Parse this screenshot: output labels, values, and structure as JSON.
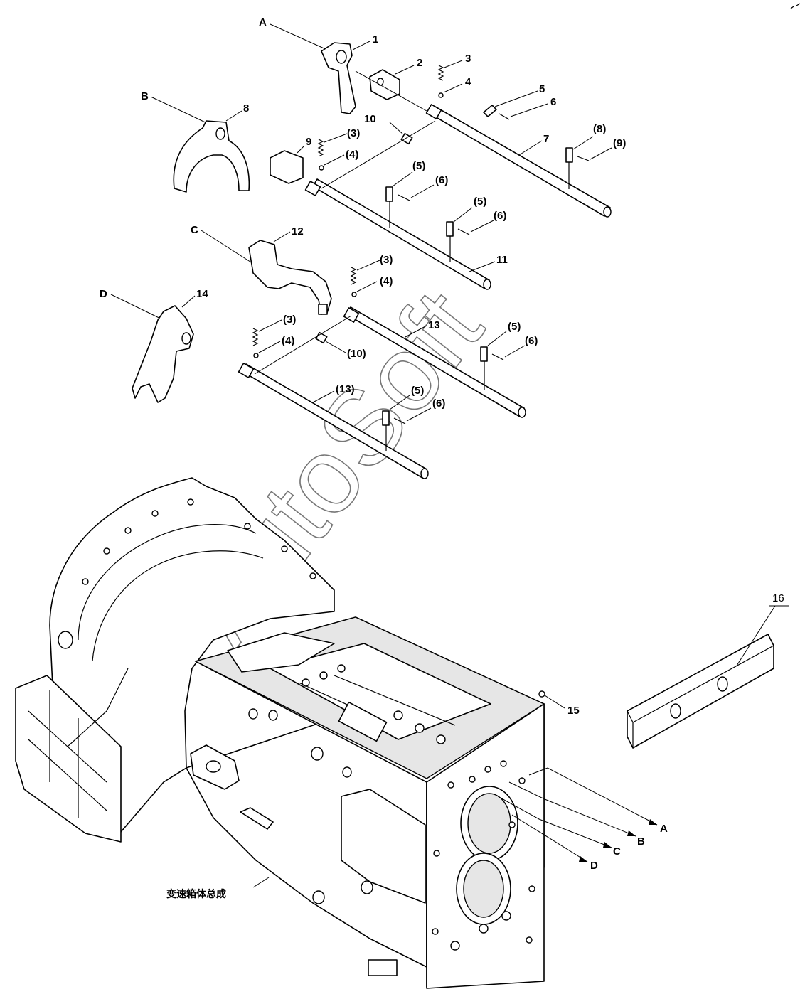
{
  "diagram": {
    "caption": "变速箱体总成",
    "watermark": "AutoSoft",
    "arrow_labels": [
      "A",
      "B",
      "C",
      "D"
    ],
    "callouts": {
      "c1": "1",
      "c2": "2",
      "c3": "3",
      "c4": "4",
      "c5": "5",
      "c6": "6",
      "c7": "7",
      "c8": "8",
      "c9": "9",
      "c10": "10",
      "c11": "11",
      "c12": "12",
      "c13": "13",
      "c14": "14",
      "c15": "15",
      "c16": "16",
      "p3a": "(3)",
      "p4a": "(4)",
      "p5a": "(5)",
      "p6a": "(6)",
      "p5b": "(5)",
      "p6b": "(6)",
      "p8": "(8)",
      "p9": "(9)",
      "p3b": "(3)",
      "p4b": "(4)",
      "p3c": "(3)",
      "p4c": "(4)",
      "p10": "(10)",
      "p13": "(13)",
      "p5c": "(5)",
      "p6c": "(6)",
      "p5d": "(5)",
      "p6d": "(6)"
    }
  }
}
